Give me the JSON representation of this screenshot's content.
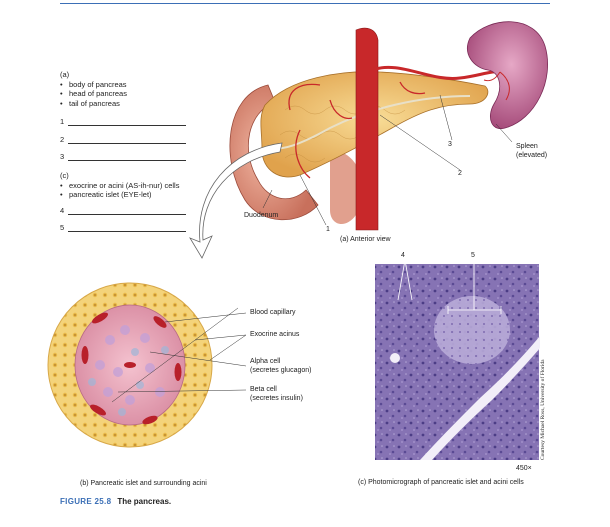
{
  "section_a": {
    "heading": "(a)",
    "items": [
      "body of pancreas",
      "head of pancreas",
      "tail of pancreas"
    ],
    "blanks": [
      "1",
      "2",
      "3"
    ]
  },
  "section_c": {
    "heading": "(c)",
    "items": [
      "exocrine or acini (AS-ih-nur) cells",
      "pancreatic islet (EYE-let)"
    ],
    "blanks": [
      "4",
      "5"
    ]
  },
  "panel_a": {
    "caption": "(a) Anterior view",
    "labels": {
      "spleen": "Spleen",
      "spleen_note": "(elevated)",
      "duodenum": "Duodenum",
      "n1": "1",
      "n2": "2",
      "n3": "3"
    }
  },
  "panel_b": {
    "caption": "(b) Pancreatic islet and surrounding acini",
    "labels": {
      "blood_capillary": "Blood capillary",
      "exocrine_acinus": "Exocrine acinus",
      "alpha_cell": "Alpha cell",
      "alpha_note": "(secretes glucagon)",
      "beta_cell": "Beta cell",
      "beta_note": "(secretes insulin)"
    }
  },
  "panel_c": {
    "caption": "(c) Photomicrograph of pancreatic islet and acini cells",
    "magnification": "450×",
    "credit": "Courtesy Michael Ross, University of Florida",
    "n4": "4",
    "n5": "5"
  },
  "figure": {
    "number": "FIGURE 25.8",
    "title": "The pancreas."
  },
  "colors": {
    "accent": "#3b6fb6",
    "pancreas": "#f2c068",
    "artery": "#c8282a",
    "spleen": "#b85a8a",
    "micro_bg": "#8a7ab8"
  }
}
